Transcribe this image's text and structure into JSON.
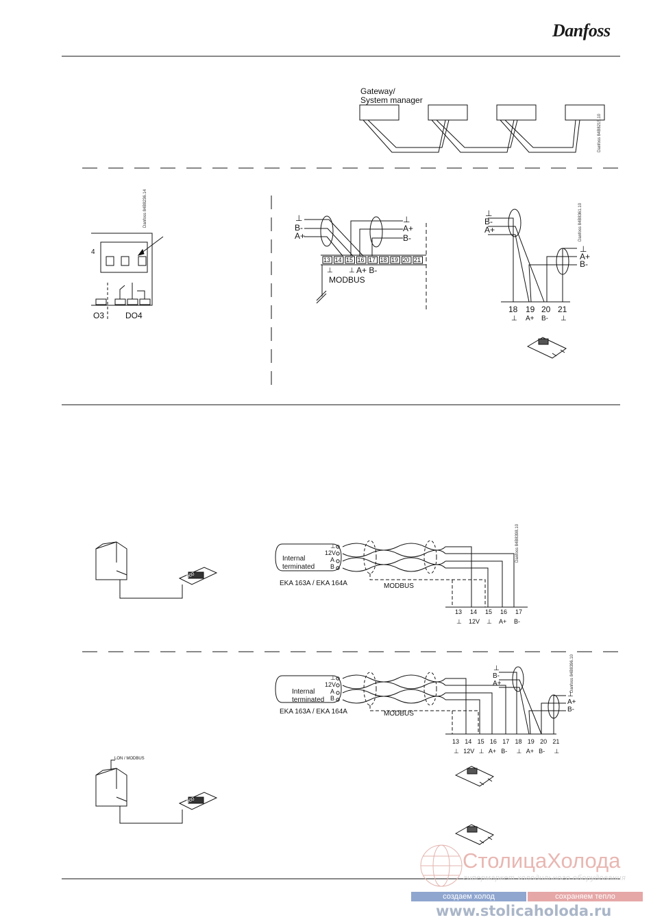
{
  "header": {
    "brand": "Danfoss"
  },
  "top_diagram": {
    "gateway_label_line1": "Gateway/",
    "gateway_label_line2": "System manager",
    "code": "Danfoss 84B8215.10"
  },
  "relay_diagram": {
    "code": "Danfoss 84B8236.14",
    "label_4": "4",
    "do3": "O3",
    "do4": "DO4"
  },
  "terminal_diagram": {
    "labels": {
      "gnd": "⊥",
      "b_minus": "B-",
      "a_plus": "A+"
    },
    "terminals": [
      "13",
      "14",
      "15",
      "16",
      "17",
      "18",
      "19",
      "20",
      "21"
    ],
    "under_15": "⊥",
    "under_16_17": "A+ B-",
    "modbus": "MODBUS"
  },
  "right_terminal_diagram": {
    "code": "Danfoss 84B8361.10",
    "terminals": [
      "18",
      "19",
      "20",
      "21"
    ],
    "signals": [
      "⊥",
      "A+",
      "B-",
      "⊥"
    ],
    "left_labels": [
      "⊥",
      "B-",
      "A+"
    ],
    "right_labels": [
      "⊥",
      "A+",
      "B-"
    ]
  },
  "eka_diagram_1": {
    "code": "Danfoss 84B8398.10",
    "internal_line1": "Internal",
    "internal_line2": "terminated",
    "pins": [
      "⊥",
      "12V",
      "A",
      "B"
    ],
    "model": "EKA 163A / EKA 164A",
    "modbus": "MODBUS",
    "terminals": [
      "13",
      "14",
      "15",
      "16",
      "17"
    ],
    "signals": [
      "⊥",
      "12V",
      "⊥",
      "A+",
      "B-"
    ]
  },
  "eka_diagram_2": {
    "code": "Danfoss 84B8396.10",
    "internal_line1": "Internal",
    "internal_line2": "terminated",
    "pins": [
      "⊥",
      "12V",
      "A",
      "B"
    ],
    "model": "EKA 163A / EKA 164A",
    "modbus": "MODBUS",
    "terminals": [
      "13",
      "14",
      "15",
      "16",
      "17",
      "18",
      "19",
      "20",
      "21"
    ],
    "signals": [
      "⊥",
      "12V",
      "⊥",
      "A+",
      "B-",
      "⊥",
      "A+",
      "B-",
      "⊥"
    ],
    "left_labels": [
      "⊥",
      "B-",
      "A+"
    ],
    "right_labels": [
      "⊥",
      "A+",
      "B-"
    ]
  },
  "controller_sketch_2": {
    "label": "LON / MODBUS"
  },
  "display": {
    "reading": "-000"
  },
  "watermark": {
    "title": "СтолицаХолода",
    "subtitle": "гипермаркет холодильного оборудования",
    "band_left": "создаем холод",
    "band_right": "сохраняем тепло",
    "url": "www.stolicaholoda.ru"
  },
  "colors": {
    "line": "#111111",
    "watermark_red": "#e8b7b2",
    "band_blue": "#8fa6cf",
    "band_pink": "#e6a7a7"
  }
}
